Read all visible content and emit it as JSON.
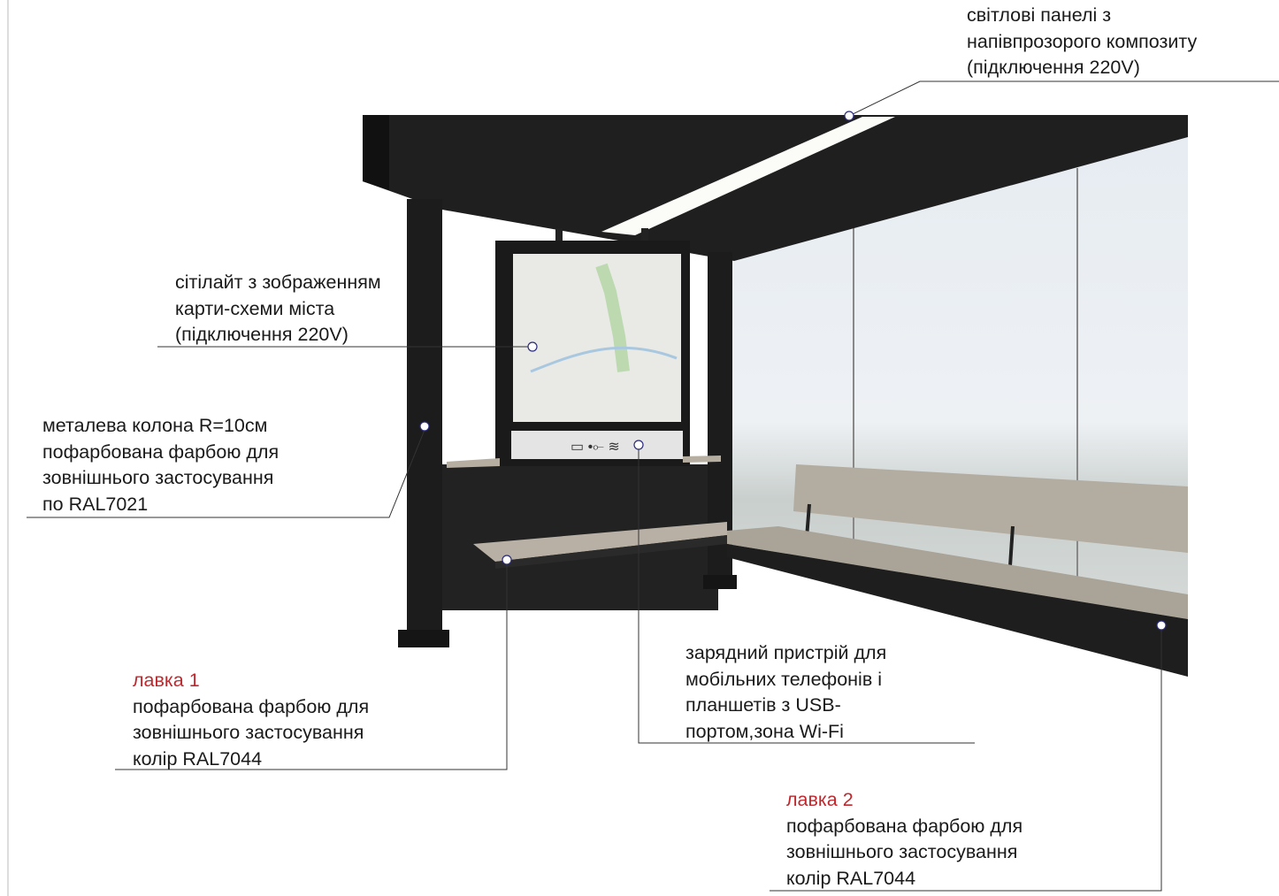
{
  "annotations": {
    "light_panels": {
      "lines": [
        "світлові панелі з",
        "напівпрозорого композиту",
        "(підключення 220V)"
      ]
    },
    "citylight": {
      "lines": [
        "сітілайт з зображенням",
        "карти-схеми  міста",
        "(підключення 220V)"
      ]
    },
    "column": {
      "lines": [
        "металева колона R=10см",
        "пофарбована фарбою для",
        "зовнішнього застосування",
        "по RAL7021"
      ]
    },
    "bench1": {
      "title": "лавка 1",
      "lines": [
        "пофарбована фарбою для",
        "зовнішнього застосування",
        "колір RAL7044"
      ]
    },
    "charger": {
      "lines": [
        "зарядний пристрій для",
        "мобільних телефонів і",
        "планшетів з USB-",
        "портом,зона Wi-Fi"
      ]
    },
    "bench2": {
      "title": "лавка 2",
      "lines": [
        "пофарбована фарбою для",
        "зовнішнього застосування",
        "колір RAL7044"
      ]
    }
  },
  "colors": {
    "title_red": "#c0282d",
    "structure": "#1e1e1e",
    "bench": "#b3aca1",
    "leader": "#2a2a7a"
  }
}
